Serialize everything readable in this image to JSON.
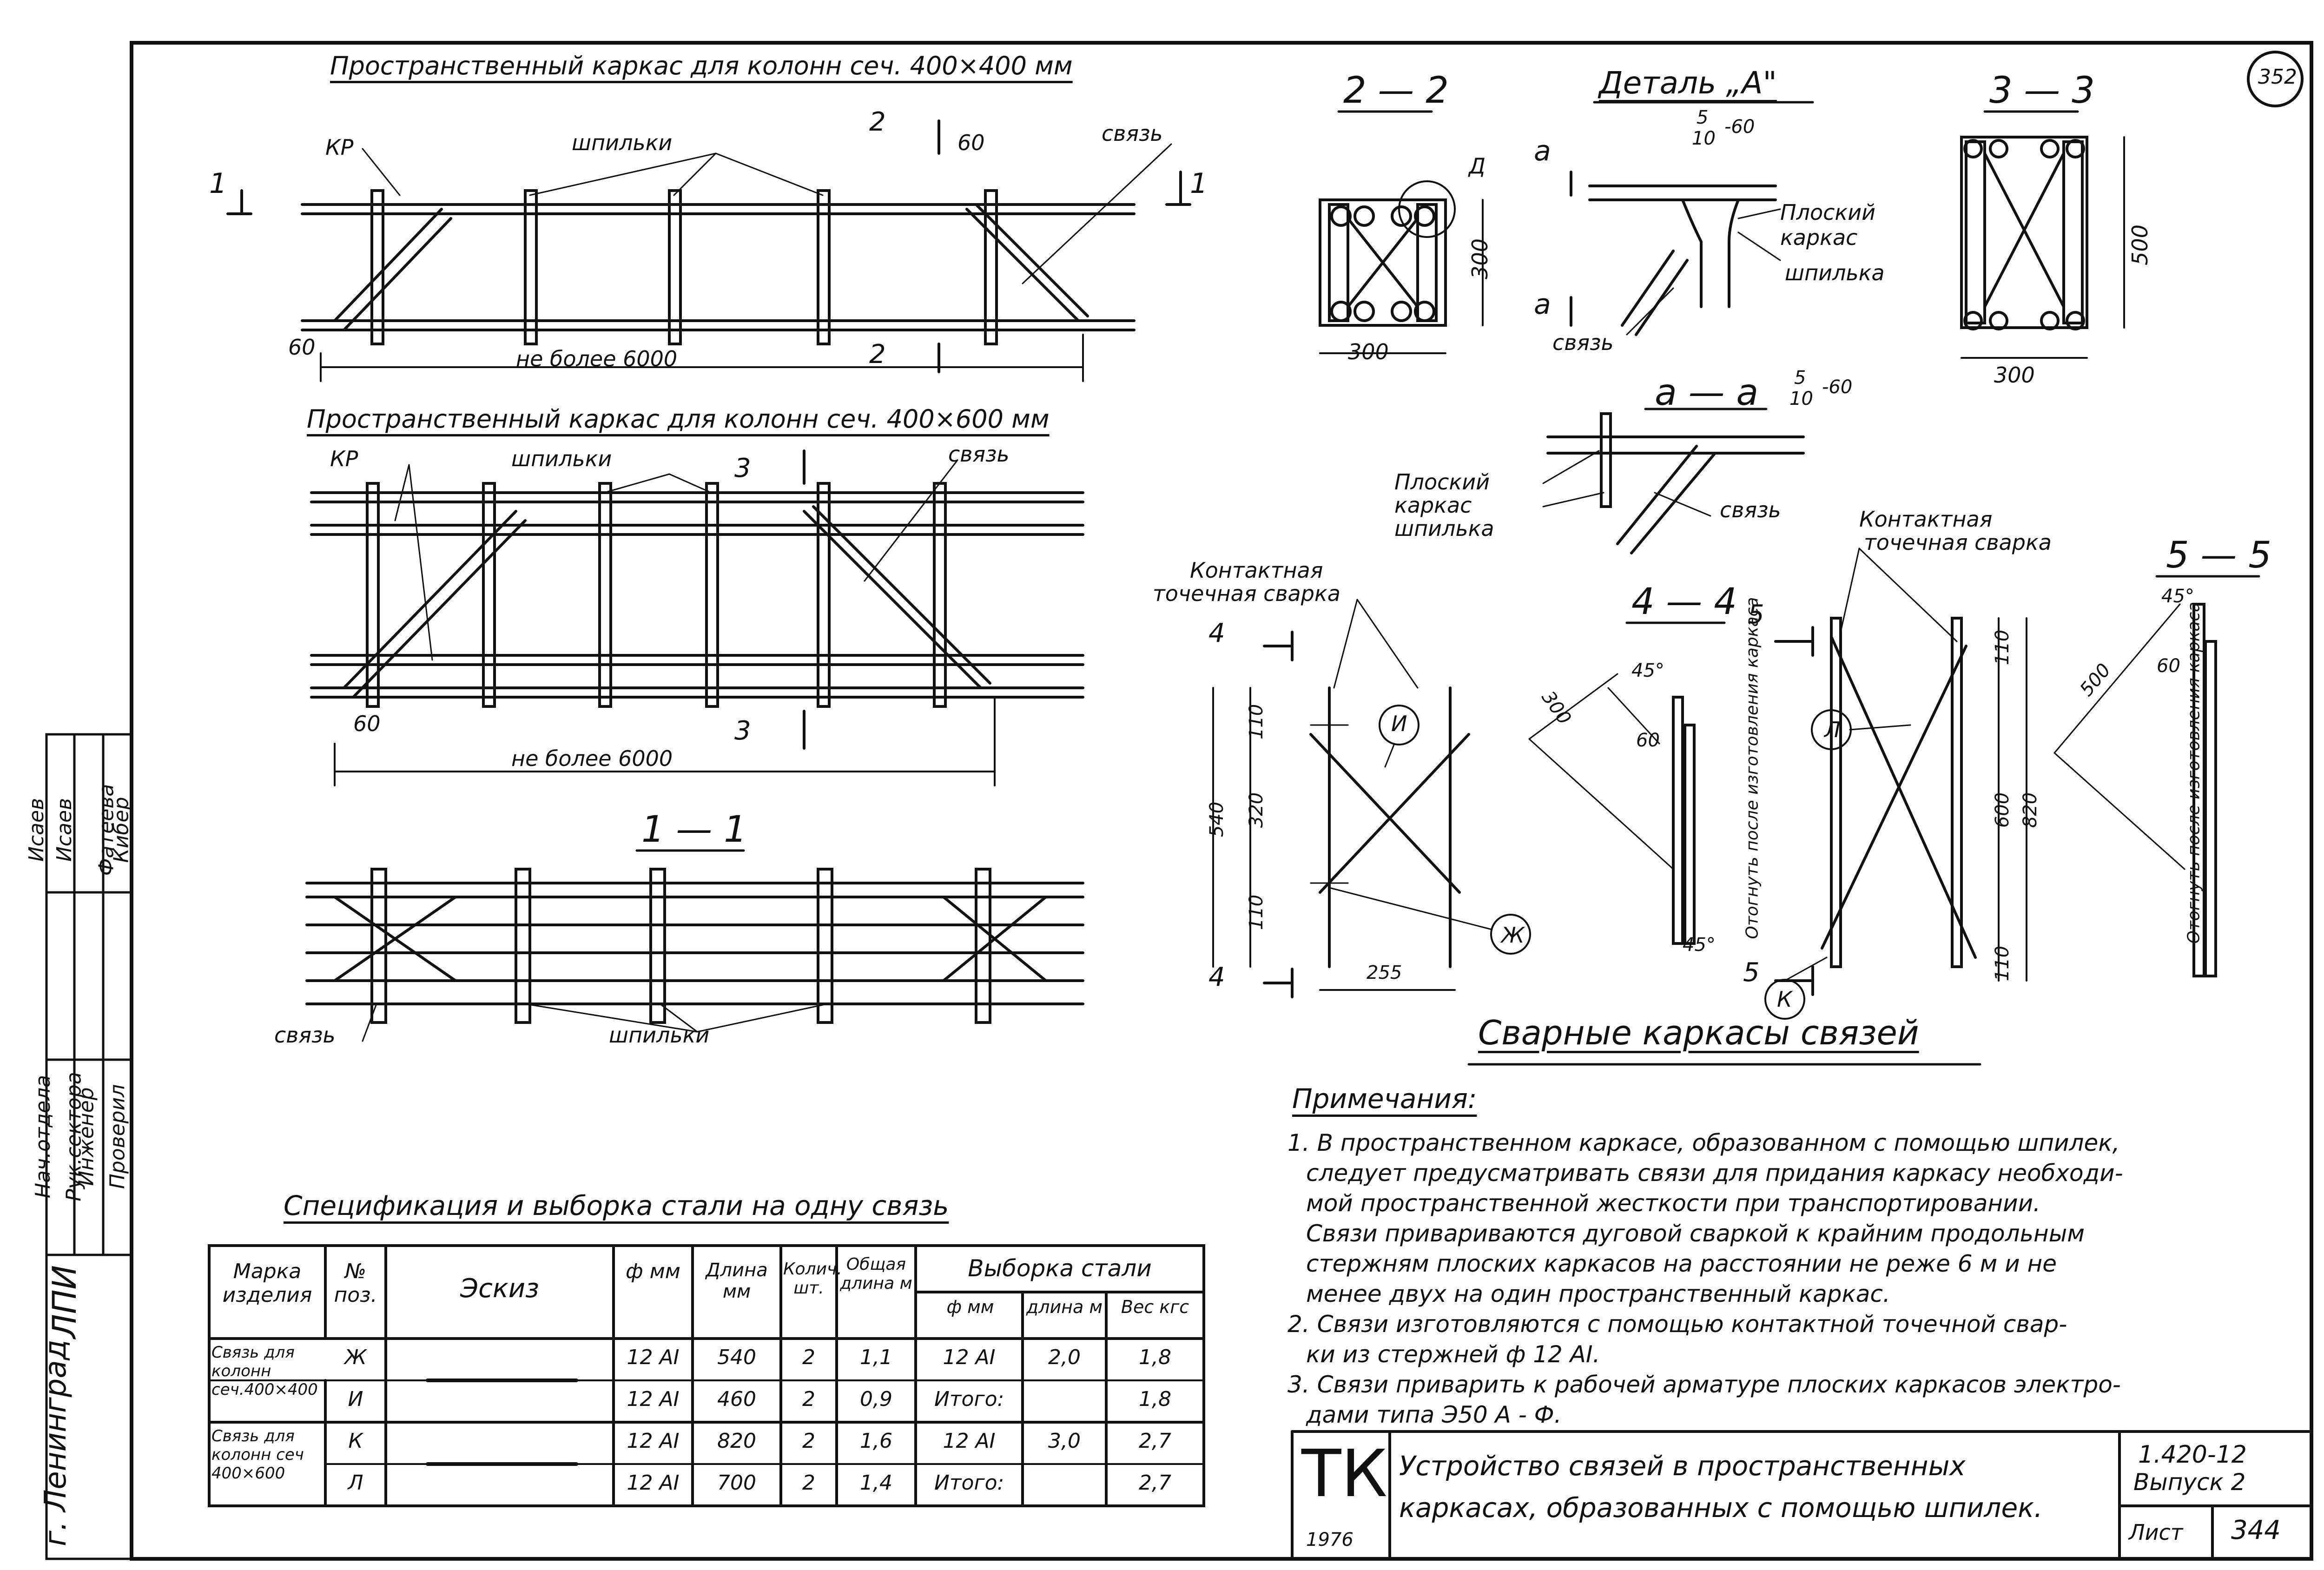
{
  "sheet": {
    "sheet_number": "352",
    "page_no": "344",
    "page_label": "Лист",
    "year": "1976",
    "stamp_tk": "ТК",
    "doc_series": "1.420-12",
    "doc_issue": "Выпуск 2",
    "doc_title_1": "Устройство связей в пространственных",
    "doc_title_2": "каркасах, образованных с помощью шпилек."
  },
  "drawings": {
    "frame_400x400": {
      "title": "Пространственный каркас для колонн сеч. 400×400 мм",
      "kr": "КР",
      "shpilki": "шпильки",
      "svyaz": "связь",
      "dim_60a": "60",
      "dim_60b": "60",
      "length": "не более 6000",
      "cut_1_left": "1",
      "cut_1_right": "1",
      "cut_2_top": "2",
      "cut_2_bottom": "2"
    },
    "frame_400x600": {
      "title": "Пространственный каркас для колонн сеч. 400×600 мм",
      "kr": "КР",
      "shpilki": "шпильки",
      "svyaz": "связь",
      "dim_60": "60",
      "length": "не более 6000",
      "cut_3_top": "3",
      "cut_3_bottom": "3"
    },
    "section_1_1": {
      "title": "1 — 1",
      "svyaz": "связь",
      "shpilki": "шпильки"
    },
    "section_2_2": {
      "title": "2 — 2",
      "mark_d": "Д",
      "dim_w": "300",
      "dim_h": "300"
    },
    "detail_a": {
      "title": "Деталь „А\"",
      "weld_num": "5",
      "weld_den": "10",
      "weld_len": "-60",
      "cut_a": "а",
      "flat_frame": "Плоский каркас",
      "shpilka": "шпилька",
      "svyaz": "связь"
    },
    "section_3_3": {
      "title": "3 — 3",
      "dim_w": "300",
      "dim_h": "500"
    },
    "section_a_a": {
      "title": "а — а",
      "weld_num": "5",
      "weld_den": "10",
      "weld_len": "-60",
      "flat_frame_1": "Плоский",
      "flat_frame_2": "каркас",
      "shpilka": "шпилька",
      "svyaz": "связь"
    },
    "welded_frames": {
      "title": "Сварные каркасы связей",
      "spot_weld_1": "Контактная",
      "spot_weld_2": "точечная сварка",
      "cut_4": "4",
      "cut_5": "5",
      "pos_i": "И",
      "pos_zh": "Ж",
      "pos_l": "Л",
      "pos_k": "К",
      "dim_540": "540",
      "dim_110a": "110",
      "dim_320": "320",
      "dim_110b": "110",
      "dim_255": "255",
      "dim_600": "600",
      "dim_820": "820",
      "dim_110c": "110",
      "dim_110d": "110"
    },
    "section_4_4": {
      "title": "4 — 4",
      "dim_300": "300",
      "dim_45a": "45°",
      "dim_60": "60",
      "dim_45b": "45°",
      "bend_note": "Отогнуть после изготовления каркаса"
    },
    "section_5_5": {
      "title": "5 — 5",
      "dim_500": "500",
      "dim_45": "45°",
      "dim_60": "60",
      "bend_note": "Отогнуть после изготовления каркаса"
    }
  },
  "notes": {
    "heading": "Примечания:",
    "lines": [
      "1. В пространственном каркасе, образованном с помощью шпилек,",
      "следует предусматривать связи для придания каркасу необходи-",
      "мой пространственной жесткости при транспортировании.",
      "Связи привариваются дуговой сваркой к крайним продольным",
      "стержням плоских каркасов на расстоянии не реже 6 м и не",
      "менее двух на один пространственный каркас.",
      "2. Связи изготовляются с помощью контактной точечной свар-",
      "ки из стержней ф 12 АI.",
      "3. Связи приварить к рабочей арматуре плоских каркасов электро-",
      "дами типа Э50 А - Ф."
    ]
  },
  "spec_table": {
    "title": "Спецификация и выборка стали на одну связь",
    "headers": {
      "mark": "Марка изделия",
      "pos": "№ поз.",
      "sketch": "Эскиз",
      "dia": "ф мм",
      "length": "Длина мм",
      "qty": "Колич. шт.",
      "total": "Общая длина м",
      "selection": "Выборка стали",
      "sel_dia": "ф мм",
      "sel_len": "длина м",
      "sel_weight": "Вес кгс"
    },
    "rows": [
      {
        "mark": "Связь для колонн сеч.400×400",
        "pos": "Ж",
        "dia": "12 АI",
        "len": "540",
        "qty": "2",
        "total": "1,1",
        "sel_dia": "12 АI",
        "sel_len": "2,0",
        "sel_w": "1,8"
      },
      {
        "mark": "",
        "pos": "И",
        "dia": "12 АI",
        "len": "460",
        "qty": "2",
        "total": "0,9",
        "sel_dia": "Итого:",
        "sel_len": "",
        "sel_w": "1,8"
      },
      {
        "mark": "Связь для колонн сеч 400×600",
        "pos": "К",
        "dia": "12 АI",
        "len": "820",
        "qty": "2",
        "total": "1,6",
        "sel_dia": "12 АI",
        "sel_len": "3,0",
        "sel_w": "2,7"
      },
      {
        "mark": "",
        "pos": "Л",
        "dia": "12 АI",
        "len": "700",
        "qty": "2",
        "total": "1,4",
        "sel_dia": "Итого:",
        "sel_len": "",
        "sel_w": "2,7"
      }
    ]
  },
  "stamp": {
    "city": "г. Ленинград",
    "org": "ЛПИ",
    "roles": [
      "Проверил",
      "Инженер",
      "Рук.сектора",
      "Нач.отдела"
    ],
    "names": [
      "Кибер",
      "Фатеева",
      "Исаев",
      "Исаев"
    ]
  }
}
